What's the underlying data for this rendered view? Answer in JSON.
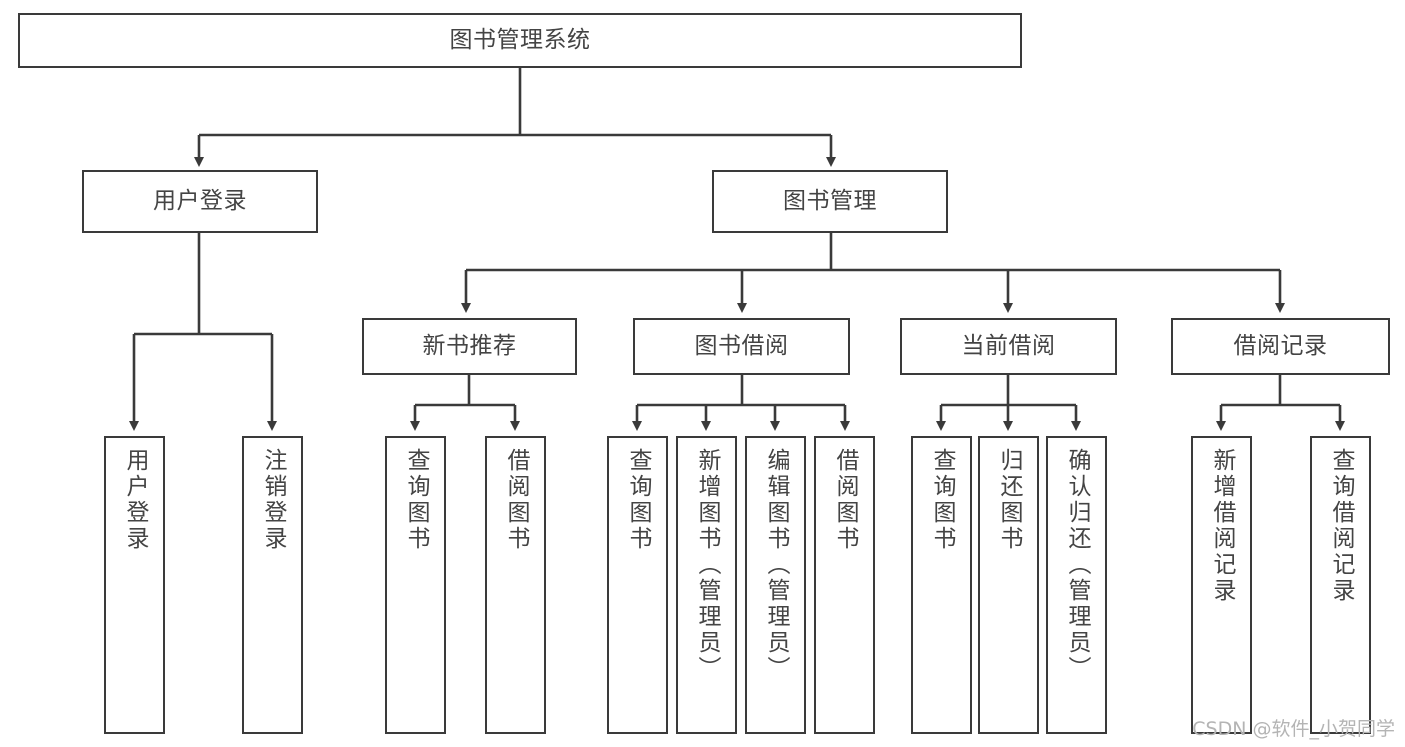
{
  "diagram": {
    "title": "图书管理系统",
    "type": "tree-hierarchy-diagram",
    "colors": {
      "node_border": "#3a3a3a",
      "node_fill": "#ffffff",
      "text": "#444444",
      "edge": "#3a3a3a",
      "watermark": "#b4b4b4"
    },
    "root": {
      "label": "图书管理系统"
    },
    "level2": [
      {
        "label": "用户登录"
      },
      {
        "label": "图书管理"
      }
    ],
    "level3": [
      {
        "label": "新书推荐"
      },
      {
        "label": "图书借阅"
      },
      {
        "label": "当前借阅"
      },
      {
        "label": "借阅记录"
      }
    ],
    "leaves": {
      "user_login": [
        {
          "label": "用户登录"
        },
        {
          "label": "注销登录"
        }
      ],
      "new_book_recommend": [
        {
          "label": "查询图书"
        },
        {
          "label": "借阅图书"
        }
      ],
      "book_borrow": [
        {
          "label": "查询图书"
        },
        {
          "label": "新增图书（管理员）"
        },
        {
          "label": "编辑图书（管理员）"
        },
        {
          "label": "借阅图书"
        }
      ],
      "current_borrow": [
        {
          "label": "查询图书"
        },
        {
          "label": "归还图书"
        },
        {
          "label": "确认归还（管理员）"
        }
      ],
      "borrow_record": [
        {
          "label": "新增借阅记录"
        },
        {
          "label": "查询借阅记录"
        }
      ]
    }
  },
  "watermark": {
    "text": "CSDN @软件_小贺同学"
  }
}
